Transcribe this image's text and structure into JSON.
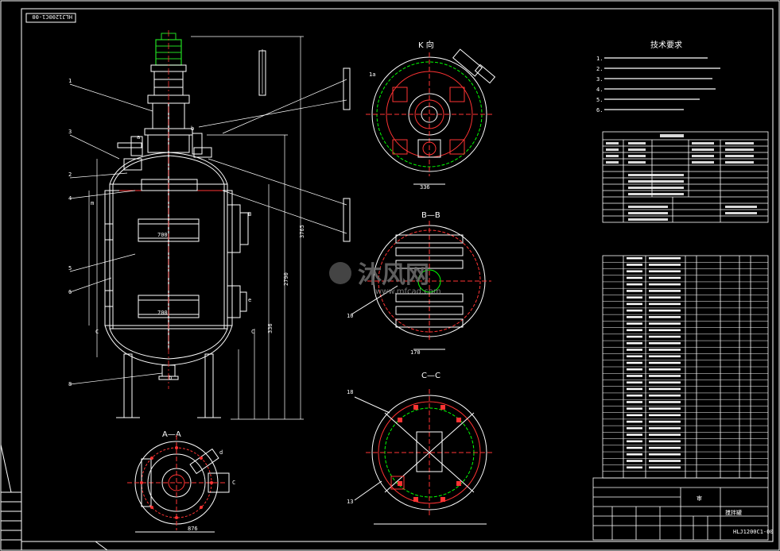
{
  "drawing": {
    "number_rotated": "HLJ1200C1-00",
    "title_block_code": "HLJ1200C1-00"
  },
  "section_labels": {
    "k": "K 向",
    "aa": "A—A",
    "bb": "B—B",
    "cc": "C—C"
  },
  "tech_requirements": {
    "title": "技术要求",
    "items": [
      "1.",
      "2.",
      "3.",
      "4.",
      "5.",
      "6."
    ]
  },
  "dimensions": {
    "d700_upper": "700",
    "d700_lower": "700",
    "d3765": "3765",
    "d336": "336"
  },
  "watermark": {
    "brand": "沐风网",
    "url": "www.mfcad.com"
  },
  "colors": {
    "background": "#000000",
    "vessel": "#ffffff",
    "centerline": "#ff3333",
    "detail": "#00ff00",
    "table": "#ffffff",
    "motor": "#22dd22"
  }
}
